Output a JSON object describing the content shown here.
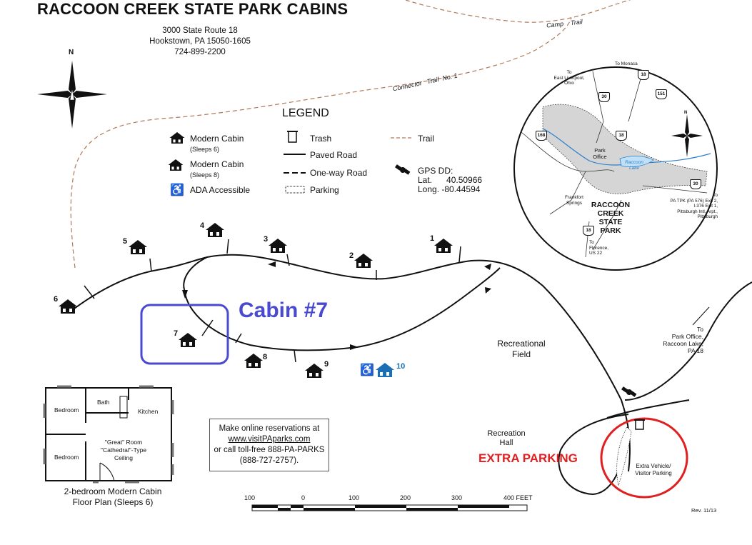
{
  "title": "RACCOON CREEK STATE PARK CABINS",
  "address": {
    "line1": "3000 State Route 18",
    "line2": "Hookstown, PA 15050-1605",
    "phone": "724-899-2200"
  },
  "compass_label": "N",
  "legend": {
    "title": "LEGEND",
    "modern6": "Modern Cabin",
    "modern6_sub": "(Sleeps 6)",
    "modern8": "Modern Cabin",
    "modern8_sub": "(Sleeps 8)",
    "ada": "ADA Accessible",
    "trash": "Trash",
    "paved": "Paved Road",
    "oneway": "One-way Road",
    "parking": "Parking",
    "trail": "Trail",
    "gps_title": "GPS DD:",
    "gps_lat_label": "Lat.",
    "gps_lat": "40.50966",
    "gps_long_label": "Long.",
    "gps_long": "-80.44594"
  },
  "trails": {
    "camp": "Camp",
    "camp_trail": "Trail",
    "connector": "Connector",
    "connector_trail": "Trail",
    "connector_no": "No. 1"
  },
  "cabins": [
    {
      "num": "1",
      "color": "#111111"
    },
    {
      "num": "2",
      "color": "#111111"
    },
    {
      "num": "3",
      "color": "#111111"
    },
    {
      "num": "4",
      "color": "#111111"
    },
    {
      "num": "5",
      "color": "#111111"
    },
    {
      "num": "6",
      "color": "#111111"
    },
    {
      "num": "7",
      "color": "#111111"
    },
    {
      "num": "8",
      "color": "#111111"
    },
    {
      "num": "9",
      "color": "#111111"
    },
    {
      "num": "10",
      "color": "#1a6fb5"
    }
  ],
  "annotations": {
    "cabin7": "Cabin #7",
    "extra_parking": "EXTRA PARKING",
    "highlight_blue": "#4a4ad0",
    "highlight_red": "#e02020"
  },
  "places": {
    "rec_field_1": "Recreational",
    "rec_field_2": "Field",
    "rec_hall_1": "Recreation",
    "rec_hall_2": "Hall",
    "visitor_1": "Extra Vehicle/",
    "visitor_2": "Visitor Parking",
    "to_park_office": [
      "To",
      "Park Office,",
      "Raccoon Lake,",
      "PA 18"
    ]
  },
  "reservations": {
    "line1": "Make online reservations at",
    "url": "www.visitPAparks.com",
    "line3": "or call toll-free 888-PA-PARKS",
    "line4": "(888-727-2757)."
  },
  "floorplan": {
    "caption1": "2-bedroom Modern Cabin",
    "caption2": "Floor Plan (Sleeps 6)",
    "bedroom": "Bedroom",
    "bath": "Bath",
    "kitchen": "Kitchen",
    "great1": "\"Great\" Room",
    "great2": "\"Cathedral\"-Type",
    "great3": "Ceiling"
  },
  "scale": {
    "ticks": [
      "100",
      "0",
      "100",
      "200",
      "300",
      "400 FEET"
    ]
  },
  "revision": "Rev. 11/13",
  "inset": {
    "title": [
      "RACCOON",
      "CREEK",
      "STATE",
      "PARK"
    ],
    "to_monaca": "To Monaca",
    "to_east_liverpool": [
      "To",
      "East Liverpool,",
      "Ohio"
    ],
    "park_office": [
      "Park",
      "Office"
    ],
    "raccoon_lake": [
      "Raccoon",
      "Lake"
    ],
    "frankfort": [
      "Frankfort",
      "Springs"
    ],
    "to_florence": [
      "To",
      "Florence,",
      "US 22"
    ],
    "to_exit": [
      "To",
      "PA TPK (PA 576) Exit 2,",
      "I-376 Exit 1,",
      "Pittsburgh Intl. Arpt.,",
      "Pittsburgh"
    ],
    "routes": [
      "18",
      "30",
      "151",
      "168",
      "18",
      "30",
      "18"
    ],
    "n": "N"
  }
}
